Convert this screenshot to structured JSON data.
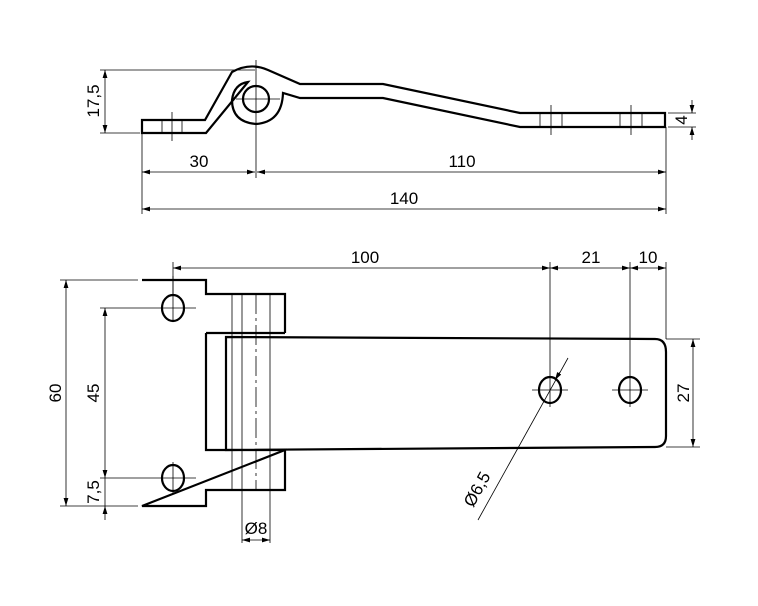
{
  "side_view": {
    "dims": {
      "height": "17,5",
      "left": "30",
      "right": "110",
      "total": "140",
      "thickness": "4"
    }
  },
  "plan_view": {
    "dims": {
      "hole_spacing": "100",
      "hole_gap": "21",
      "end_offset": "10",
      "leaf_width": "27",
      "plate_height": "60",
      "plate_hole_spacing": "45",
      "plate_edge": "7,5",
      "pin_diameter": "Ø8",
      "hole_diameter": "Ø6,5"
    }
  },
  "colors": {
    "line": "#000000",
    "background": "#ffffff"
  }
}
